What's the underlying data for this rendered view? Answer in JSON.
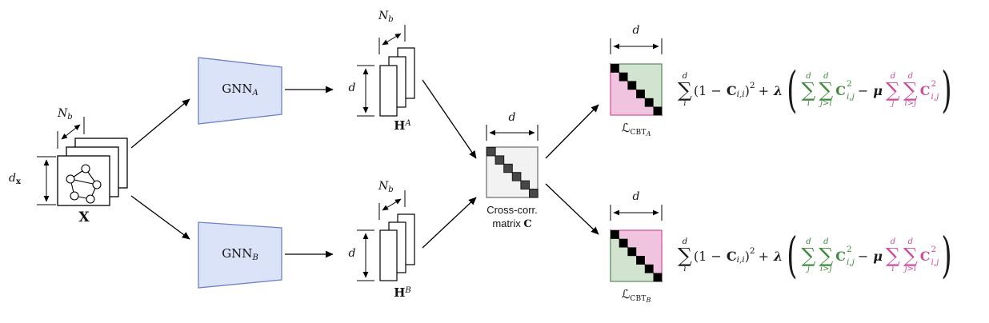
{
  "colors": {
    "encoder_fill": "#dbe3f8",
    "encoder_stroke": "#6e81c9",
    "matrix_fill": "#f2f2f2",
    "matrix_stroke": "#737373",
    "matrix_diag_fill": "#474747",
    "matrix_diag_stroke": "#1a1a1a",
    "green_fill": "#d2e3d0",
    "green_stroke": "#5f8f5f",
    "pink_fill": "#f0c4de",
    "pink_stroke": "#d6569e",
    "formula_green": "#3d8b3d",
    "formula_pink": "#cc4d99",
    "diag_black": "#000000"
  },
  "math": {
    "sigma": "∑"
  },
  "input": {
    "x": "X",
    "d": "d",
    "d_sub": "x",
    "n": "N",
    "n_sub": "b"
  },
  "encoder_a": {
    "name": "GNN",
    "sub": "A"
  },
  "encoder_b": {
    "name": "GNN",
    "sub": "B"
  },
  "emb_a": {
    "h": "H",
    "sup": "A",
    "d": "d",
    "n": "N",
    "n_sub": "b"
  },
  "emb_b": {
    "h": "H",
    "sup": "B",
    "d": "d",
    "n": "N",
    "n_sub": "b"
  },
  "cross": {
    "d": "d",
    "cap1": "Cross-corr.",
    "cap2": "matrix ",
    "c": "C"
  },
  "loss_a": {
    "d": "d",
    "l": "ℒ",
    "sub": "CBT",
    "subsub": "A"
  },
  "loss_b": {
    "d": "d",
    "l": "ℒ",
    "sub": "CBT",
    "subsub": "B"
  },
  "formula_a": {
    "main": {
      "sup": "d",
      "sub": "i"
    },
    "inv_open": "(1 − ",
    "inv_C": "C",
    "inv_C_sub": "i,i",
    "inv_close": ")",
    "inv_sup": "2",
    "plus": "+",
    "lambda": "λ",
    "open": "(",
    "g_s1": {
      "sup": "d",
      "sub": "i"
    },
    "g_s2": {
      "sup": "d",
      "sub": "j>i"
    },
    "g_C": "C",
    "g_C_sup": "2",
    "g_C_sub": "i,j",
    "minus": "−",
    "mu": "μ",
    "p_s1": {
      "sup": "d",
      "sub": "j"
    },
    "p_s2": {
      "sup": "d",
      "sub": "i>j"
    },
    "p_C": "C",
    "p_C_sup": "2",
    "p_C_sub": "i,j",
    "close": ")"
  },
  "formula_b": {
    "main": {
      "sup": "d",
      "sub": "i"
    },
    "inv_open": "(1 − ",
    "inv_C": "C",
    "inv_C_sub": "i,i",
    "inv_close": ")",
    "inv_sup": "2",
    "plus": "+",
    "lambda": "λ",
    "open": "(",
    "g_s1": {
      "sup": "d",
      "sub": "j"
    },
    "g_s2": {
      "sup": "d",
      "sub": "i>j"
    },
    "g_C": "C",
    "g_C_sup": "2",
    "g_C_sub": "i,j",
    "minus": "−",
    "mu": "μ",
    "p_s1": {
      "sup": "d",
      "sub": "i"
    },
    "p_s2": {
      "sup": "d",
      "sub": "j>i"
    },
    "p_C": "C",
    "p_C_sup": "2",
    "p_C_sub": "i,j",
    "close": ")"
  }
}
